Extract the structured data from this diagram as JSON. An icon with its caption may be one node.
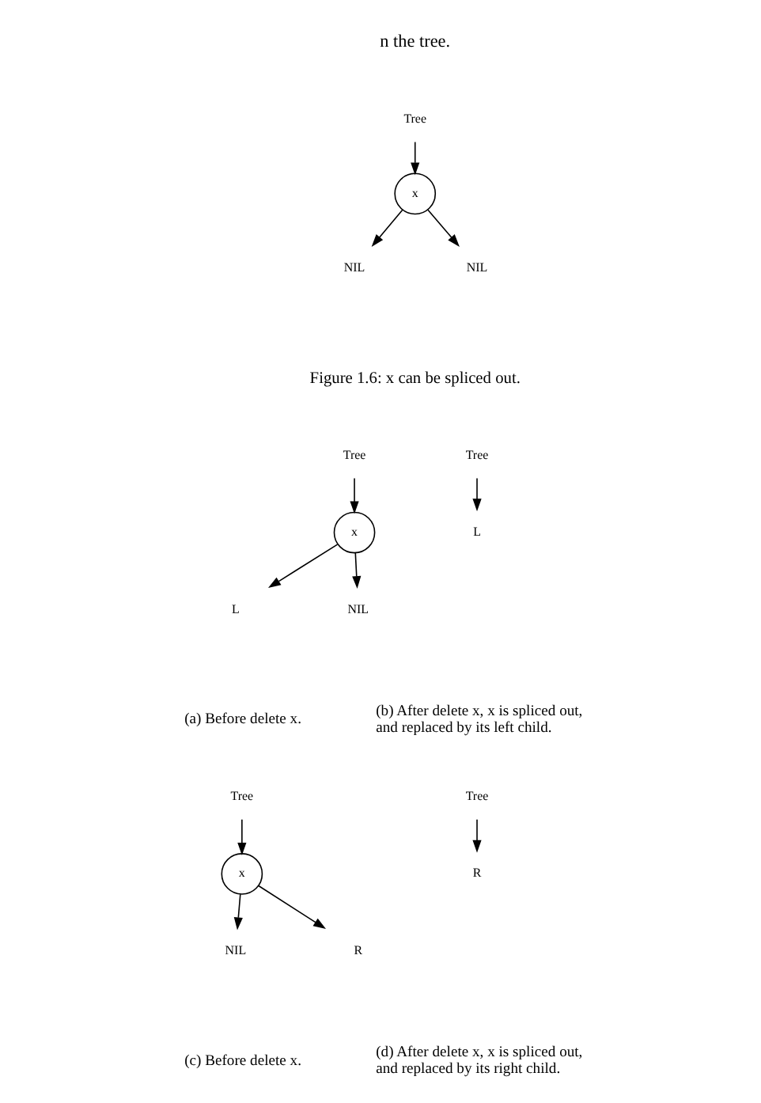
{
  "diagram": {
    "nodes": [
      {
        "text": [
          "Tree"
        ]
      },
      {
        "text": [
          "x"
        ]
      },
      {
        "text": [
          "NIL"
        ]
      },
      {
        "text": [
          "NIL"
        ]
      },
      {
        "text": [
          "Tree"
        ]
      },
      {
        "text": [
          "x"
        ]
      },
      {
        "text": [
          "L"
        ]
      },
      {
        "text": [
          "NIL"
        ]
      },
      {
        "text": [
          "Tree"
        ]
      },
      {
        "text": [
          "L"
        ]
      },
      {
        "text": [
          "Tree"
        ]
      },
      {
        "text": [
          "x"
        ]
      },
      {
        "text": [
          "NIL"
        ]
      },
      {
        "text": [
          "R"
        ]
      },
      {
        "text": [
          "Tree"
        ]
      },
      {
        "text": [
          "R"
        ]
      }
    ],
    "edges": [
      {
        "from": 0,
        "to": 1,
        "arrow": "to"
      },
      {
        "from": 1,
        "to": 2,
        "arrow": "to"
      },
      {
        "from": 1,
        "to": 3,
        "arrow": "to"
      },
      {
        "from": 4,
        "to": 5,
        "arrow": "to"
      },
      {
        "from": 5,
        "to": 6,
        "arrow": "to"
      },
      {
        "from": 5,
        "to": 7,
        "arrow": "to"
      },
      {
        "from": 8,
        "to": 9,
        "arrow": "to"
      },
      {
        "from": 10,
        "to": 11,
        "arrow": "to"
      },
      {
        "from": 11,
        "to": 12,
        "arrow": "to"
      },
      {
        "from": 11,
        "to": 13,
        "arrow": "to"
      },
      {
        "from": 14,
        "to": 15,
        "arrow": "to"
      }
    ],
    "labels": [
      "n the tree.",
      "Figure 1.6: x can be spliced out.",
      "(a) Before delete x.",
      "(b) After delete x, x is spliced out, and replaced by its left child.",
      "(c) Before delete x.",
      "(d) After delete x, x is spliced out, and replaced by its right child."
    ]
  }
}
